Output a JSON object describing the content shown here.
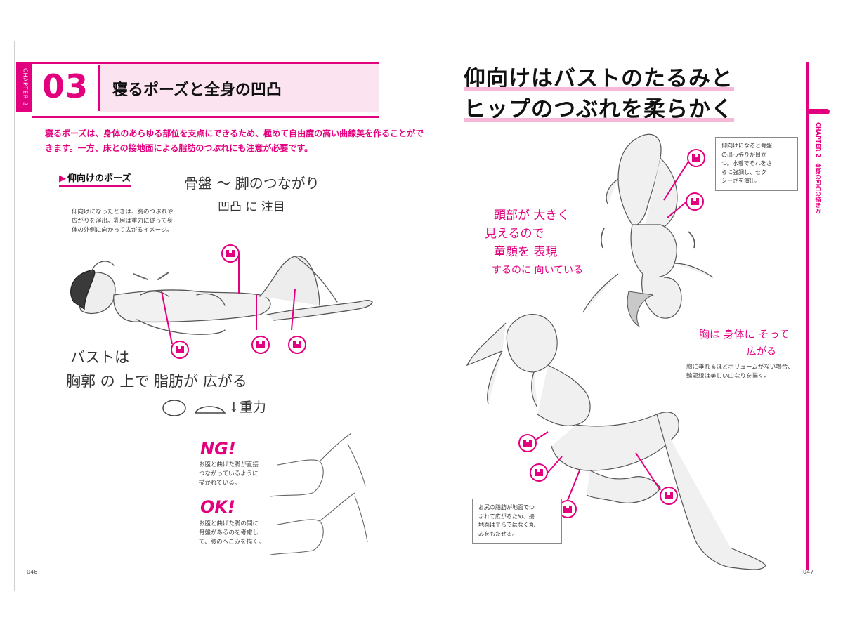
{
  "left_page": {
    "chapter_tab": "CHAPTER 2",
    "chapter_number": "03",
    "chapter_title": "寝るポーズと全身の凹凸",
    "intro_line1": "寝るポーズは、身体のあらゆる部位を支点にできるため、極めて自由度の高い曲線美を作ることがで",
    "intro_line2": "きます。一方、床との接地面による脂肪のつぶれにも注意が必要です。",
    "section_heading": "仰向けのポーズ",
    "hand_note_1a": "骨盤 ～ 脚のつながり",
    "hand_note_1b": "凹凸 に 注目",
    "side_note_line1": "仰向けになったときは、胸のつぶれや",
    "side_note_line2": "広がりを演出。乳房は重力に従って身",
    "side_note_line3": "体の外側に向かって広がるイメージ。",
    "hand_note_2a": "バストは",
    "hand_note_2b": "胸郭 の 上で 脂肪が 広がる",
    "hand_note_2c": "↓重力",
    "ng_label": "NG!",
    "ng_text_1": "お腹と曲げた脚が直接",
    "ng_text_2": "つながっているように",
    "ng_text_3": "描かれている。",
    "ok_label": "OK!",
    "ok_text_1": "お腹と曲げた脚の間に",
    "ok_text_2": "骨盤があるのを考慮し",
    "ok_text_3": "て、腰のへこみを描く。",
    "page_number": "046"
  },
  "right_page": {
    "title_line1": "仰向けはバストのたるみと",
    "title_line2": "ヒップのつぶれを柔らかく",
    "chapter_side": "CHAPTER 2　全身の凹凸の描き方",
    "callout_top_1": "仰向けになると骨盤",
    "callout_top_2": "の出っ張りが目立",
    "callout_top_3": "つ。水着でそれをさ",
    "callout_top_4": "らに強調し、セク",
    "callout_top_5": "シーさを演出。",
    "hand_pink_1": "頭部が 大きく",
    "hand_pink_2": "見えるので",
    "hand_pink_3": "童顔を 表現",
    "hand_pink_4": "するのに 向いている",
    "hand_pink_5": "胸は 身体に そって",
    "hand_pink_6": "広がる",
    "mid_note_1": "胸に垂れるほどボリュームがない場合、",
    "mid_note_2": "輪郭線は美しい山なりを描く。",
    "callout_bottom_1": "お尻の脂肪が地面でつ",
    "callout_bottom_2": "ぶれて広がるため、接",
    "callout_bottom_3": "地面は平らではなく丸",
    "callout_bottom_4": "みをもたせる。",
    "page_number": "047"
  },
  "colors": {
    "accent": "#e3007f",
    "accent_light": "#fbe3ef",
    "underline": "#f6b8d6"
  },
  "icons": [
    "concave-convex-icon"
  ]
}
